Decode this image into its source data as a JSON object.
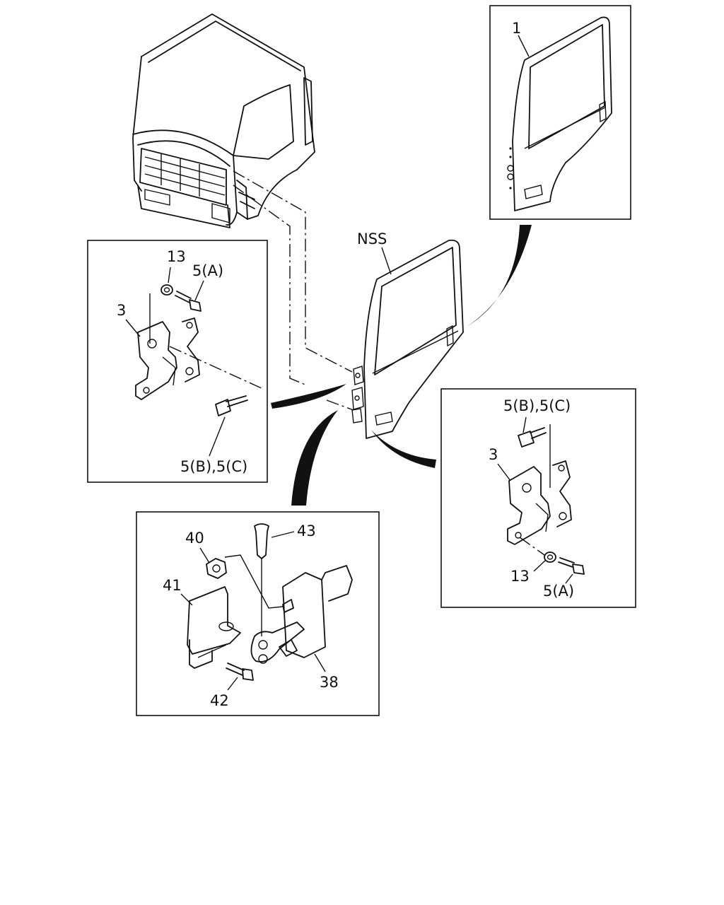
{
  "labels": {
    "door_outline_callout": "1",
    "door_side": "NSS",
    "upper_hinge": {
      "washer": "13",
      "bolt_a": "5(A)",
      "hinge": "3",
      "bolt_bc": "5(B),5(C)"
    },
    "lower_hinge": {
      "bolt_bc": "5(B),5(C)",
      "hinge": "3",
      "washer": "13",
      "bolt_a": "5(A)"
    },
    "door_check": {
      "nut": "40",
      "pin": "43",
      "bracket": "41",
      "check_link": "38",
      "bolt": "42"
    }
  }
}
